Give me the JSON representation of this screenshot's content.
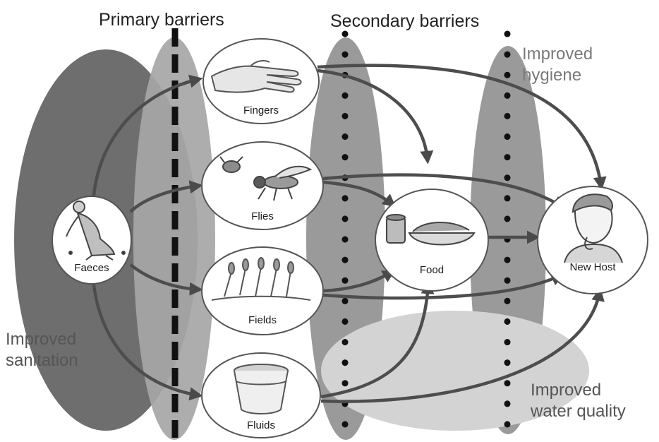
{
  "headers": {
    "primary": "Primary barriers",
    "secondary": "Secondary barriers"
  },
  "zones": {
    "sanitation": [
      "Improved",
      "sanitation"
    ],
    "hygiene": [
      "Improved",
      "hygiene"
    ],
    "water": [
      "Improved",
      "water quality"
    ]
  },
  "nodes": {
    "faeces": "Faeces",
    "fingers": "Fingers",
    "flies": "Flies",
    "fields": "Fields",
    "fluids": "Fluids",
    "food": "Food",
    "new_host": "New Host"
  }
}
